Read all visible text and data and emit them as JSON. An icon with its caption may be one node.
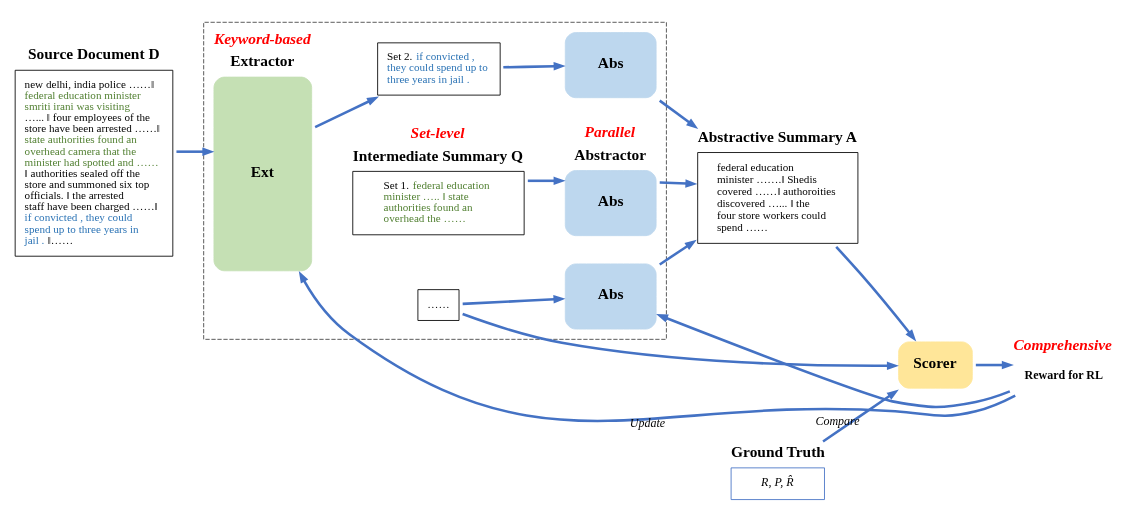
{
  "diagram": {
    "nodes": [
      {
        "text": [
          "Source Document D",
          "new delhi, india police ……‖",
          "federal education minister smriti irani was visiting",
          "…... ‖ four employees of the store have been arrested ……‖",
          "state authorities found an overhead camera that the minister had spotted and ……",
          "‖ authorities sealed off the store and summoned six top officials. ‖ the arrested staff have been charged ……‖",
          "if convicted , they could spend up to three years in jail .",
          "‖……"
        ]
      },
      {
        "text": [],
        "shape": "box"
      },
      {
        "text": [
          "Keyword-based",
          "Extractor",
          "Ext"
        ],
        "in": 1
      },
      {
        "text": [
          "Set-level",
          "Intermediate Summary Q",
          "Set 1.",
          "federal education minister ….. ‖ state authorities found an overhead the ……"
        ],
        "in": 1
      },
      {
        "text": [
          "Set 2.",
          "if convicted , they could spend up to three years in jail ."
        ],
        "in": 1
      },
      {
        "text": [
          "……"
        ],
        "in": 1
      },
      {
        "text": [
          "Parallel",
          "Abstractor",
          "Abs"
        ],
        "in": 1
      },
      {
        "text": [
          "Abs"
        ],
        "in": 1
      },
      {
        "text": [
          "Abs"
        ],
        "in": 1
      },
      {
        "text": [
          "Abstractive Summary A",
          "federal education minister …….‖ Shedis covered ……‖ authoroities discovered …... ‖ the four store workers could spend ……"
        ]
      },
      {
        "text": [
          "Ground Truth",
          "R, P, R̂"
        ]
      },
      {
        "text": [
          "Scorer"
        ]
      },
      {
        "text": [
          "Comprehensive",
          "Reward for RL"
        ]
      }
    ],
    "edges": [
      {
        "from": 0,
        "to": 2,
        "arrow": "to"
      },
      {
        "from": 2,
        "to": 4,
        "arrow": "to"
      },
      {
        "from": 3,
        "to": 6,
        "arrow": "to"
      },
      {
        "from": 4,
        "to": 7,
        "arrow": "to"
      },
      {
        "from": 5,
        "to": 8,
        "arrow": "to"
      },
      {
        "from": 6,
        "to": 9,
        "arrow": "to"
      },
      {
        "from": 7,
        "to": 9,
        "arrow": "to"
      },
      {
        "from": 8,
        "to": 9,
        "arrow": "to"
      },
      {
        "from": 9,
        "to": 11,
        "arrow": "to"
      },
      {
        "from": 5,
        "to": 11,
        "arrow": "to"
      },
      {
        "from": 10,
        "to": 11,
        "arrow": "to",
        "label": "Compare"
      },
      {
        "from": 11,
        "to": 12,
        "arrow": "to"
      },
      {
        "from": 12,
        "to": 2,
        "arrow": "to",
        "label": "Update"
      },
      {
        "from": 12,
        "to": 8,
        "arrow": "to"
      }
    ]
  }
}
